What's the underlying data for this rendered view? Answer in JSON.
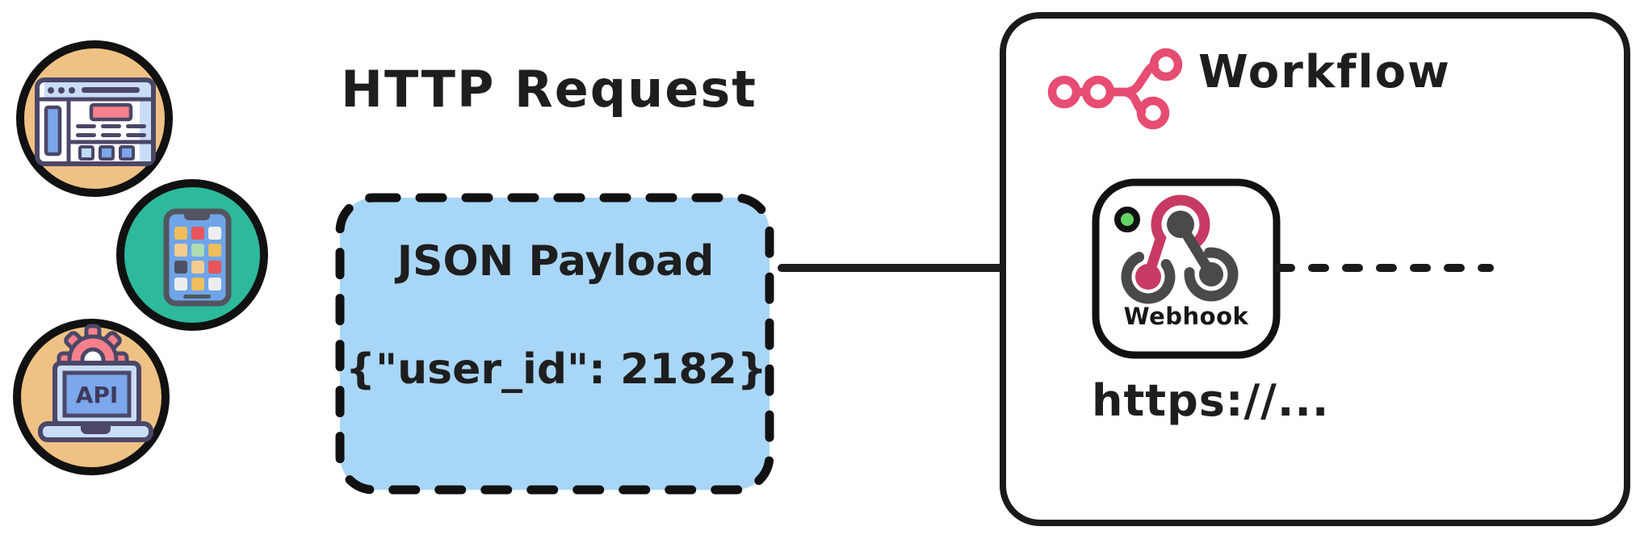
{
  "title": "HTTP Request",
  "sources": {
    "browser_icon": "web-browser-window",
    "mobile_icon": "mobile-app-phone",
    "api_icon": "api-laptop-with-gear",
    "api_label": "API"
  },
  "payload_box": {
    "line1": "JSON Payload",
    "line2": "{\"user_id\": 2182}"
  },
  "workflow": {
    "label": "Workflow",
    "logo_icon": "n8n-workflow-icon",
    "node": {
      "icon": "webhook-icon",
      "status_icon": "green-status-dot",
      "label": "Webhook",
      "url": "https://..."
    },
    "connector_icon": "dashed-connector-line"
  },
  "arrow_icon": "request-arrow-right",
  "colors": {
    "ink": "#1e1e1e",
    "circle_tan": "#EFC185",
    "circle_teal": "#2CB99C",
    "payload_blue": "#A8D6F7",
    "n8n_pink": "#E74C72",
    "webhook_pink": "#C73A63",
    "webhook_gray": "#4A4A4A",
    "status_green": "#63D463",
    "icon_purple": "#4B4768",
    "icon_blue": "#7CA7EA",
    "icon_lightblue": "#C9DDF6",
    "icon_pink": "#F5808C"
  }
}
